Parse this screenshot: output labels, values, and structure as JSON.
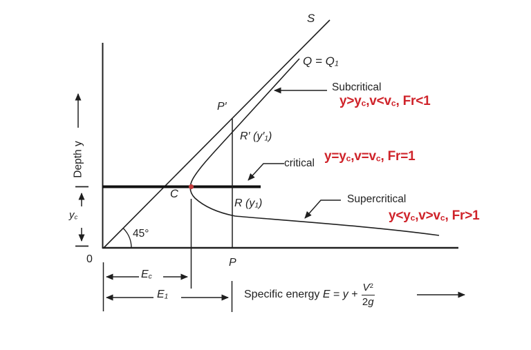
{
  "colors": {
    "ink": "#1f1f1f",
    "red": "#cf232a",
    "dot": "#c23b3c",
    "background": "#ffffff"
  },
  "axes": {
    "depth_axis_label": "Depth y",
    "origin_label": "0",
    "angle_label": "45°"
  },
  "curve": {
    "line_label": "S",
    "discharge_runs": [
      {
        "t": "Q = Q"
      },
      {
        "t": "1",
        "v": "sub"
      }
    ]
  },
  "points": {
    "p_prime": "P′",
    "r_prime_runs": [
      {
        "t": "R′ (y′"
      },
      {
        "t": "1",
        "v": "sub"
      },
      {
        "t": ")"
      }
    ],
    "c": "C",
    "r_runs": [
      {
        "t": "R (y"
      },
      {
        "t": "1",
        "v": "sub"
      },
      {
        "t": ")"
      }
    ],
    "p": "P"
  },
  "regimes": {
    "subcritical_label": "Subcritical",
    "subcritical_runs": [
      {
        "t": "y>y"
      },
      {
        "t": "c",
        "v": "sub"
      },
      {
        "t": ",v<v"
      },
      {
        "t": "c",
        "v": "sub"
      },
      {
        "t": ", Fr<1"
      }
    ],
    "critical_label": "critical",
    "critical_runs": [
      {
        "t": "y=y"
      },
      {
        "t": "c",
        "v": "sub"
      },
      {
        "t": ",v=v"
      },
      {
        "t": "c",
        "v": "sub"
      },
      {
        "t": ", Fr=1"
      }
    ],
    "supercritical_label": "Supercritical",
    "supercritical_runs": [
      {
        "t": "y<y"
      },
      {
        "t": "c",
        "v": "sub"
      },
      {
        "t": ",v>v"
      },
      {
        "t": "c",
        "v": "sub"
      },
      {
        "t": ", Fr>1"
      }
    ]
  },
  "dimensions": {
    "critical_depth_runs": [
      {
        "t": "y"
      },
      {
        "t": "c",
        "v": "sub"
      }
    ],
    "critical_energy_runs": [
      {
        "t": "E"
      },
      {
        "t": "c",
        "v": "sub"
      }
    ],
    "energy1_runs": [
      {
        "t": "E"
      },
      {
        "t": "1",
        "v": "sub"
      }
    ]
  },
  "energy_equation": {
    "prefix_runs": [
      {
        "t": "Specific energy "
      },
      {
        "t": "E",
        "v": "it"
      },
      {
        "t": " = "
      },
      {
        "t": "y",
        "v": "it"
      },
      {
        "t": " + "
      }
    ],
    "numerator_runs": [
      {
        "t": "V",
        "v": "it"
      },
      {
        "t": "2",
        "v": "sup"
      }
    ],
    "denominator_runs": [
      {
        "t": "2"
      },
      {
        "t": "g",
        "v": "it"
      }
    ]
  }
}
